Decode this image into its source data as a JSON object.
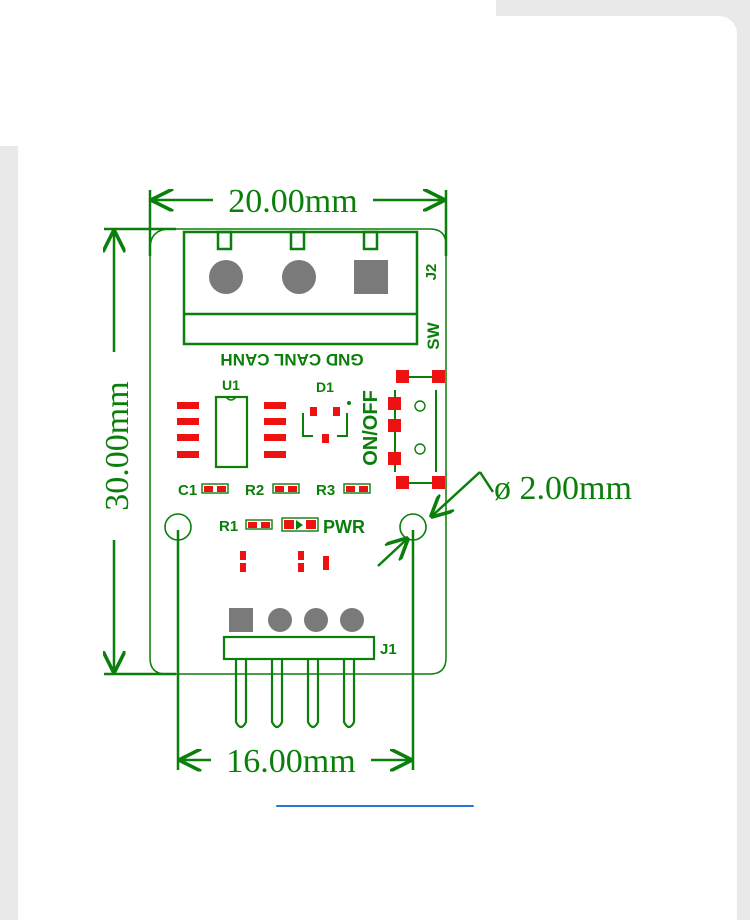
{
  "diagram": {
    "dimensions": {
      "width_top": "20.00mm",
      "height_left": "30.00mm",
      "width_bottom": "16.00mm",
      "hole_diameter": "ø 2.00mm"
    },
    "connector_j2": {
      "designator": "J2",
      "pin_labels": "GND CANL CANH"
    },
    "switch": {
      "designator": "SW",
      "label": "ON/OFF"
    },
    "components": {
      "u1": "U1",
      "d1": "D1",
      "c1": "C1",
      "r1": "R1",
      "r2": "R2",
      "r3": "R3",
      "pwr": "PWR"
    },
    "connector_j1": {
      "designator": "J1"
    }
  },
  "colors": {
    "silkscreen": "#0a7f0a",
    "pad": "#ee1111",
    "pin_gray": "#7a7a7a",
    "link": "#2a73d8"
  }
}
